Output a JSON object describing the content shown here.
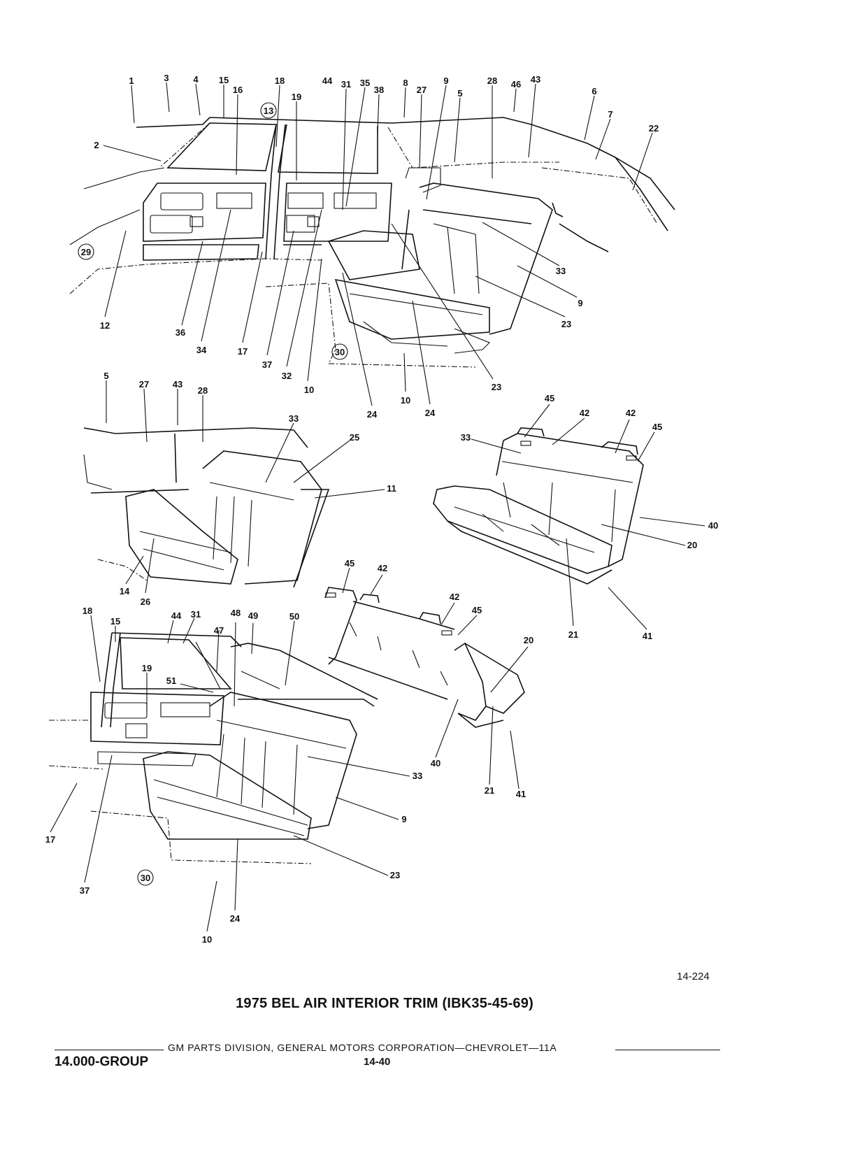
{
  "figure": {
    "number": "14-224",
    "title": "1975 BEL AIR INTERIOR TRIM (IBK35-45-69)"
  },
  "footer": {
    "publisher": "GM PARTS DIVISION,  GENERAL MOTORS CORPORATION—CHEVROLET—11A",
    "group": "14.000-GROUP",
    "page": "14-40"
  },
  "views": {
    "top": {
      "callouts": [
        "1",
        "3",
        "4",
        "15",
        "16",
        "18",
        "19",
        "44",
        "31",
        "35",
        "38",
        "8",
        "27",
        "9",
        "5",
        "28",
        "46",
        "43",
        "6",
        "7",
        "22",
        "2",
        "12",
        "36",
        "34",
        "17",
        "37",
        "32",
        "10",
        "24",
        "23",
        "33"
      ],
      "circled": [
        "13",
        "29",
        "30"
      ]
    },
    "middle_left": {
      "callouts": [
        "5",
        "27",
        "43",
        "28",
        "33",
        "25",
        "11",
        "14",
        "26"
      ]
    },
    "middle_right": {
      "callouts": [
        "45",
        "42",
        "33",
        "40",
        "20",
        "21",
        "41"
      ]
    },
    "bottom_left": {
      "callouts": [
        "18",
        "15",
        "44",
        "31",
        "48",
        "49",
        "50",
        "47",
        "19",
        "51",
        "33",
        "9",
        "17",
        "37",
        "23",
        "24",
        "10"
      ],
      "circled": [
        "30"
      ]
    },
    "bottom_right": {
      "callouts": [
        "45",
        "42",
        "20",
        "40",
        "21",
        "41"
      ]
    }
  }
}
